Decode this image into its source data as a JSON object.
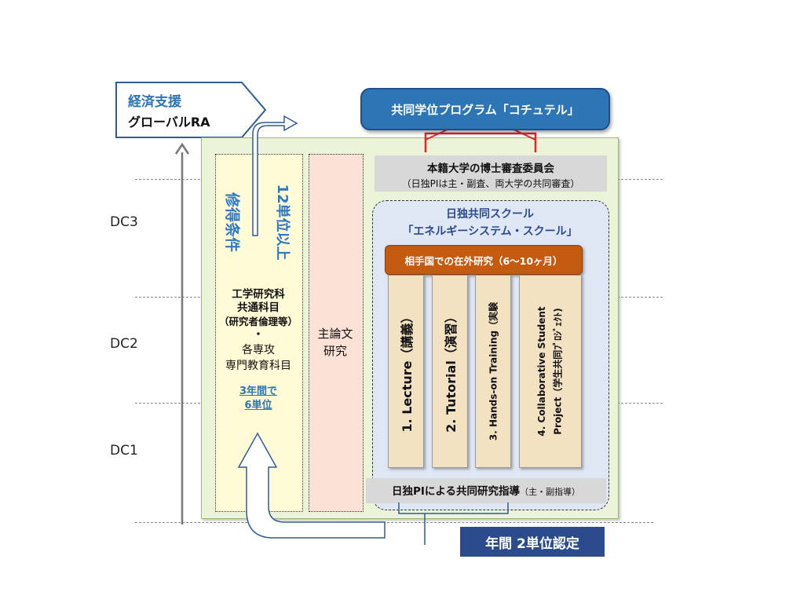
{
  "stages": [
    "DC3",
    "DC2",
    "DC1"
  ],
  "support": {
    "line1": "経済支援",
    "line2": "グローバルRA"
  },
  "program": "共同学位プログラム「コチュテル」",
  "committee": {
    "title": "本籍大学の博士審査委員会",
    "sub": "（日独PIは主・副査、両大学の共同審査）"
  },
  "requirement": {
    "label": "修得条件",
    "credits": "12単位以上"
  },
  "courses": {
    "l1": "工学研究科",
    "l2": "共通科目",
    "l3": "（研究者倫理等）",
    "l4": "・",
    "l5": "各専攻",
    "l6": "専門教育科目",
    "c1": "3年間で",
    "c2": "6単位"
  },
  "thesis": {
    "l1": "主論文",
    "l2": "研究"
  },
  "school": {
    "title1": "日独共同スクール",
    "title2": "「エネルギーシステム・スクール」"
  },
  "abroad": "相手国での在外研究（6～10ヶ月）",
  "columns": [
    "1. Lecture（講義）",
    "2. Tutorial（演習）",
    "3. Hands-on Training（実験",
    "4. Collaborative Student",
    "Project（学生共同ﾌﾟﾛｼﾞｪｸﾄ)"
  ],
  "guidance": {
    "main": "日独PIによる共同研究指導",
    "sub": "（主・副指導）"
  },
  "annual": "年間 2単位認定",
  "colors": {
    "blue": "#2e75b6",
    "navy": "#2b4b8c",
    "orange": "#c55a11",
    "red": "#d62a2a"
  }
}
